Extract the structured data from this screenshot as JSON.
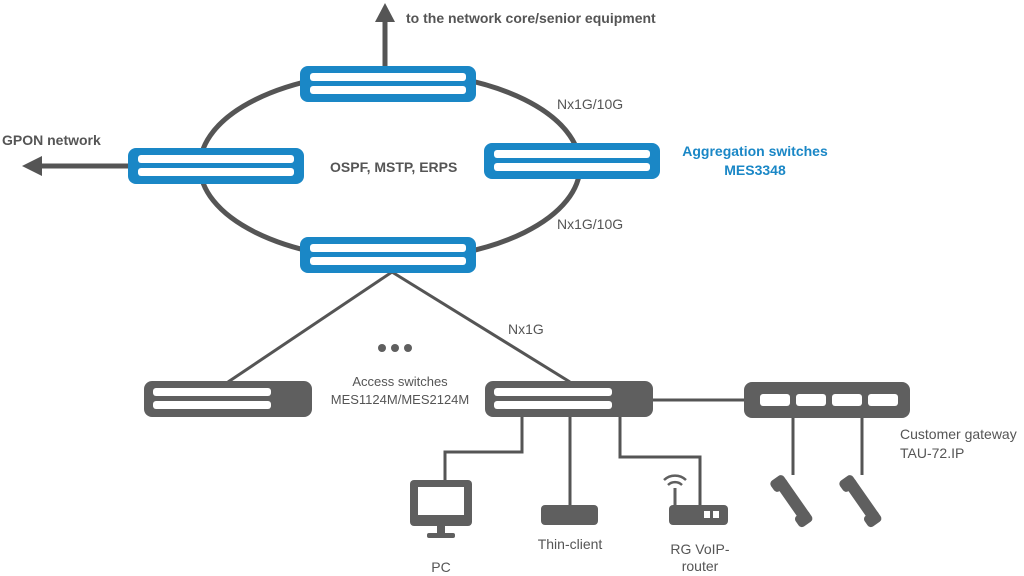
{
  "colors": {
    "aggregation": "#1a87c6",
    "access": "#5f5f5f",
    "line": "#555555",
    "text": "#555555",
    "accent_text": "#1a87c6"
  },
  "labels": {
    "core_uplink": "to the network core/senior equipment",
    "gpon": "GPON network",
    "ring_protocols": "OSPF, MSTP, ERPS",
    "ring_link_top": "Nx1G/10G",
    "ring_link_bottom": "Nx1G/10G",
    "aggregation_title": "Aggregation switches",
    "aggregation_model": "MES3348",
    "access_link": "Nx1G",
    "access_title": "Access switches",
    "access_model": "MES1124M/MES2124M",
    "gateway_title": "Customer gateway",
    "gateway_model": "TAU-72.IP",
    "pc": "PC",
    "thin_client": "Thin-client",
    "router_line1": "RG VoIP-",
    "router_line2": "router"
  },
  "icons": [
    "arrow-up-icon",
    "arrow-left-icon",
    "ellipsis-icon",
    "pc-monitor-icon",
    "thin-client-icon",
    "wifi-router-icon",
    "telephone-handset-icon"
  ]
}
